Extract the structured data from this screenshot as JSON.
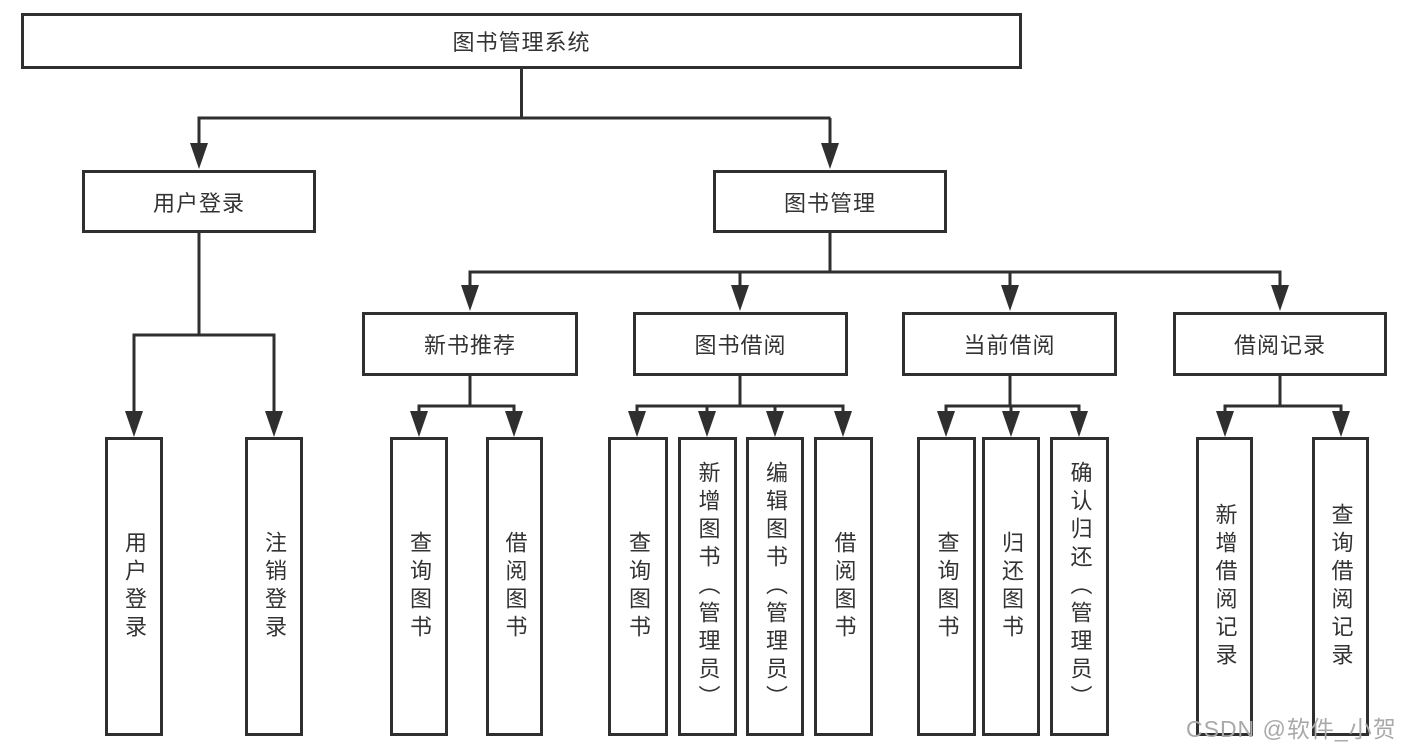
{
  "diagram": {
    "tree": {
      "root": {
        "label": "图书管理系统"
      },
      "level2": [
        {
          "label": "用户登录"
        },
        {
          "label": "图书管理"
        }
      ],
      "level3": [
        {
          "label": "新书推荐"
        },
        {
          "label": "图书借阅"
        },
        {
          "label": "当前借阅"
        },
        {
          "label": "借阅记录"
        }
      ],
      "leaves": {
        "user_login": [
          "用户登录",
          "注销登录"
        ],
        "new_book_recommend": [
          "查询图书",
          "借阅图书"
        ],
        "book_borrow": [
          "查询图书",
          "新增图书（管理员）",
          "编辑图书（管理员）",
          "借阅图书"
        ],
        "current_borrow": [
          "查询图书",
          "归还图书",
          "确认归还（管理员）"
        ],
        "borrow_records": [
          "新增借阅记录",
          "查询借阅记录"
        ]
      }
    },
    "watermark": "CSDN @软件_小贺同学",
    "colors": {
      "line": "#2f2f2f",
      "text": "#333333",
      "watermark": "#a9a9a9",
      "background": "#ffffff"
    }
  }
}
